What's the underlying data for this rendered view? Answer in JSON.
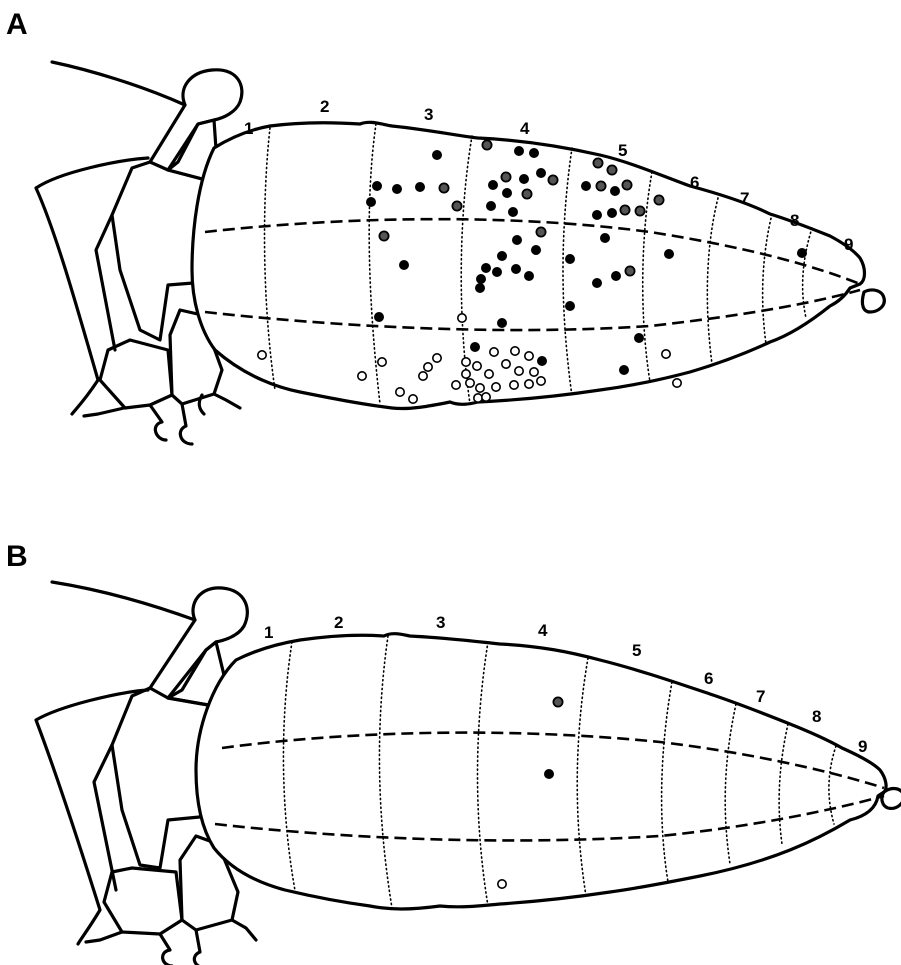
{
  "panels": [
    {
      "label": "A",
      "segment_numbers": [
        "1",
        "2",
        "3",
        "4",
        "5",
        "6",
        "7",
        "8",
        "9"
      ],
      "marker_types": [
        "filled",
        "half",
        "open"
      ]
    },
    {
      "label": "B",
      "segment_numbers": [
        "1",
        "2",
        "3",
        "4",
        "5",
        "6",
        "7",
        "8",
        "9"
      ],
      "marker_types": [
        "half",
        "filled",
        "open"
      ]
    }
  ],
  "colors": {
    "ink": "#000000",
    "background": "#ffffff"
  }
}
